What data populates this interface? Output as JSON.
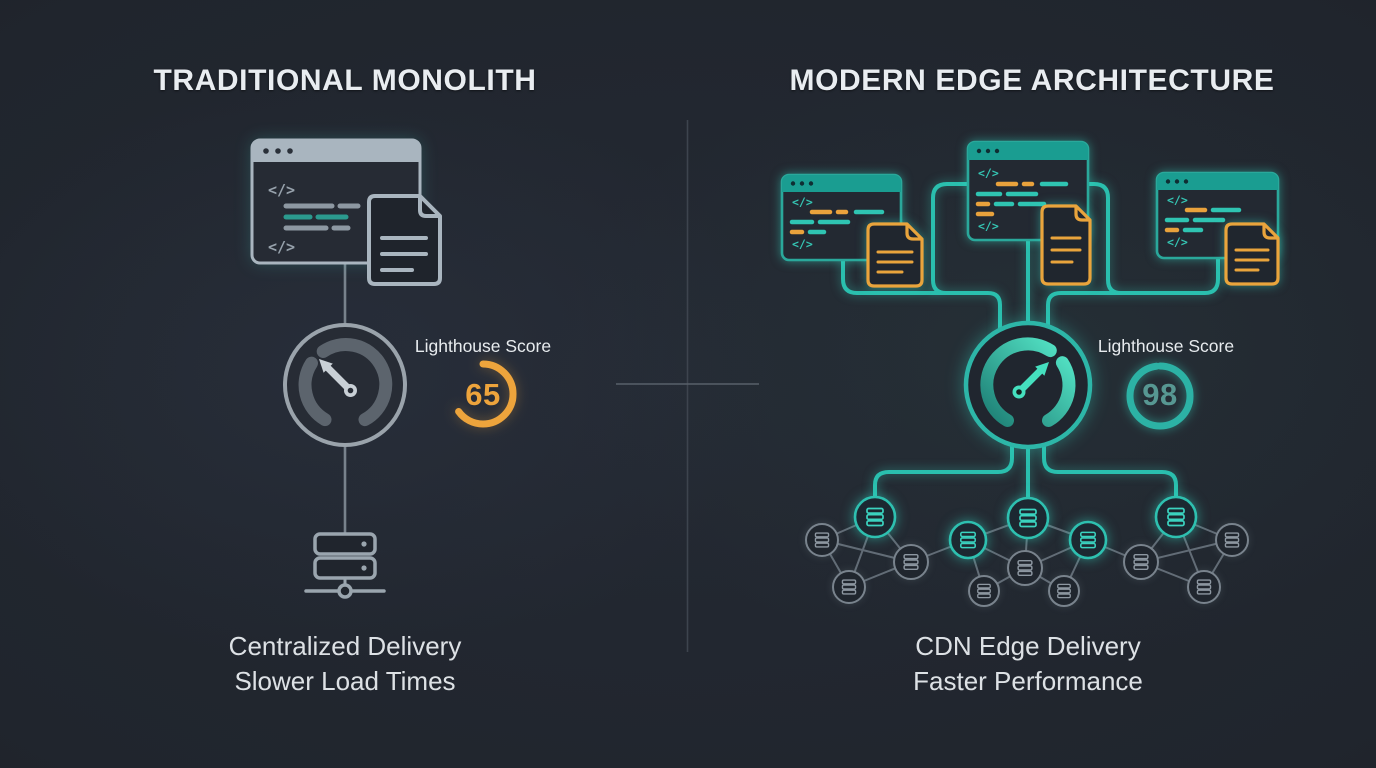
{
  "left": {
    "title": "TRADITIONAL MONOLITH",
    "lighthouse_label": "Lighthouse Score",
    "score": 65,
    "caption_line1": "Centralized Delivery",
    "caption_line2": "Slower Load Times"
  },
  "right": {
    "title": "MODERN EDGE ARCHITECTURE",
    "lighthouse_label": "Lighthouse Score",
    "score": 98,
    "caption_line1": "CDN Edge Delivery",
    "caption_line2": "Faster Performance"
  },
  "glyphs": {
    "code": "</>"
  },
  "icons": [
    "browser-code-window-icon",
    "document-icon",
    "speedometer-gauge-icon",
    "server-icon",
    "network-node-icon",
    "score-ring-icon"
  ],
  "colors": {
    "background": "#20252d",
    "teal_accent": "#2fc4b2",
    "teal_border": "#2aa89b",
    "orange_accent": "#e9a23c",
    "grey_icon": "#a9b5bf",
    "score_left_color": "#eda43c",
    "score_right_color": "#579792",
    "title_text": "#e9edf1",
    "caption_text": "#dde1e5"
  }
}
